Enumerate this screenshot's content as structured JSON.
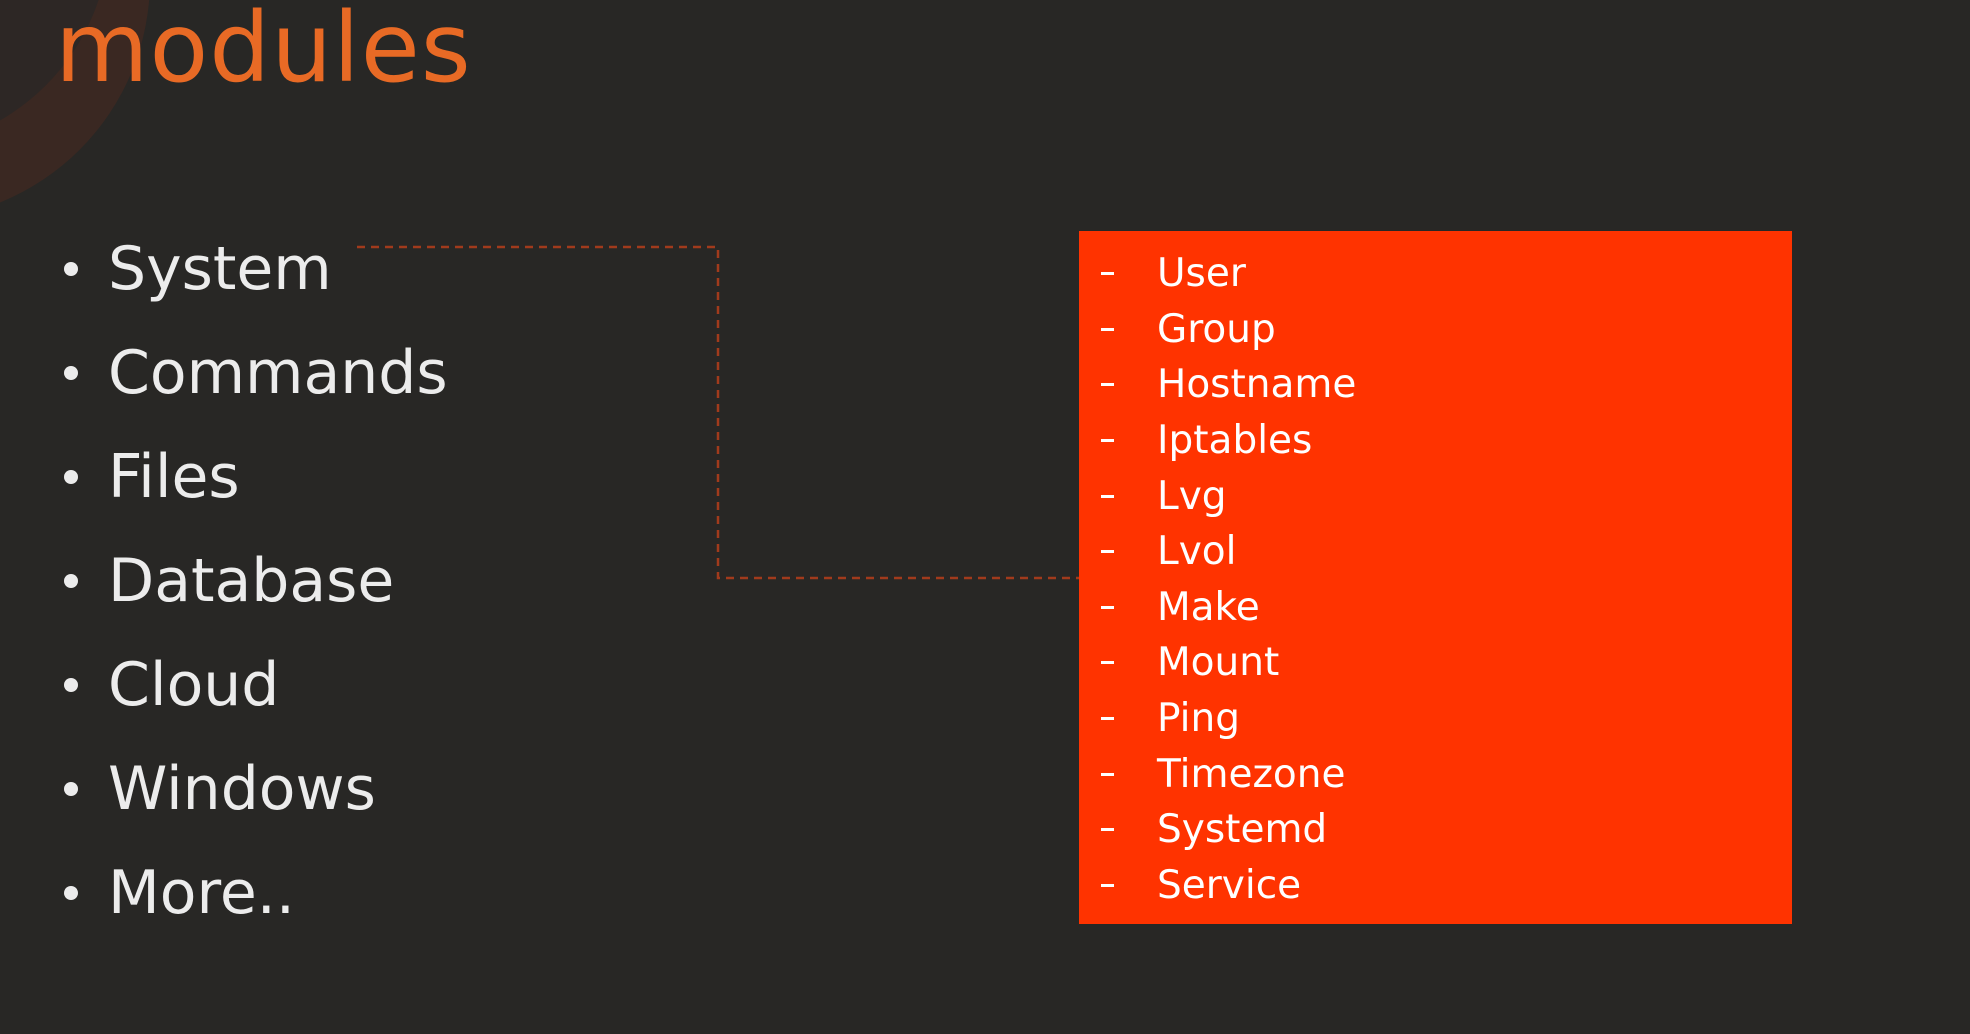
{
  "slide": {
    "title": "modules",
    "title_color": "#e86a25",
    "background_color": "#282725",
    "accent_box_color": "#ff3300"
  },
  "categories": [
    {
      "label": "System"
    },
    {
      "label": "Commands"
    },
    {
      "label": "Files"
    },
    {
      "label": "Database"
    },
    {
      "label": "Cloud"
    },
    {
      "label": "Windows"
    },
    {
      "label": "More.."
    }
  ],
  "system_modules": [
    {
      "label": "User"
    },
    {
      "label": "Group"
    },
    {
      "label": "Hostname"
    },
    {
      "label": "Iptables"
    },
    {
      "label": "Lvg"
    },
    {
      "label": "Lvol"
    },
    {
      "label": "Make"
    },
    {
      "label": "Mount"
    },
    {
      "label": "Ping"
    },
    {
      "label": "Timezone"
    },
    {
      "label": "Systemd"
    },
    {
      "label": "Service"
    }
  ]
}
